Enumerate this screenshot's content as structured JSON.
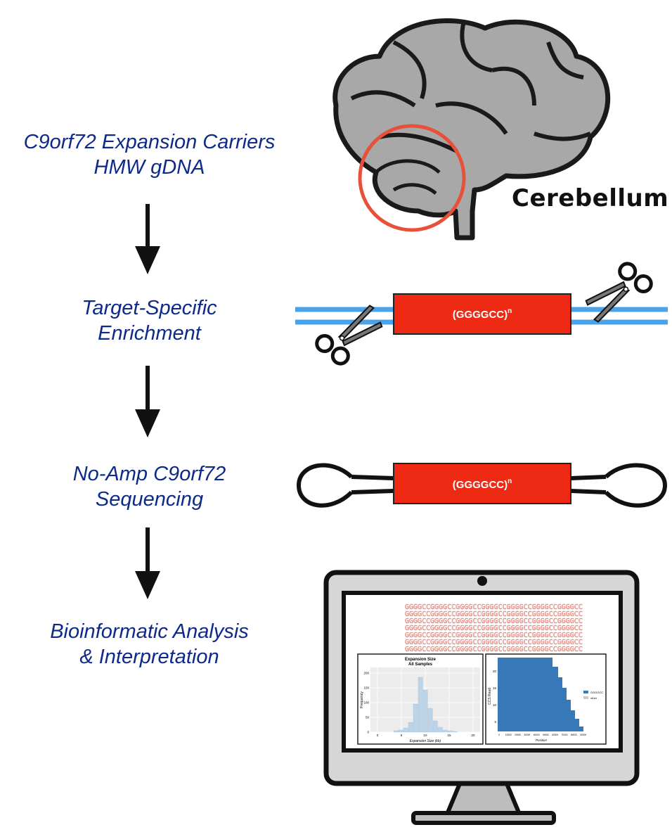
{
  "steps": [
    {
      "line1": "C9orf72 Expansion Carriers",
      "line2": "HMW gDNA"
    },
    {
      "line1": "Target-Specific",
      "line2": "Enrichment"
    },
    {
      "line1": "No-Amp C9orf72",
      "line2": "Sequencing"
    },
    {
      "line1": "Bioinformatic Analysis",
      "line2": "& Interpretation"
    }
  ],
  "brain": {
    "region_label": "Cerebellum"
  },
  "repeat_label": "(GGGGCC)",
  "repeat_sup": "n",
  "screen": {
    "sequence_line": "GGGGCCGGGGCCGGGGCCGGGGCCGGGGCCGGGGCCGGGGCC",
    "histogram": {
      "title": "Expansion Size",
      "subtitle": "All Samples",
      "ylabel": "Frequency",
      "xlabel": "Expansion Size (kb)",
      "xticks": [
        "0",
        "5",
        "10",
        "15",
        "20"
      ],
      "yticks": [
        "0",
        "50",
        "100",
        "150",
        "200"
      ]
    },
    "reads": {
      "ylabel": "CCS Read",
      "xlabel": "Position",
      "yticks": [
        "5",
        "10",
        "15",
        "20"
      ],
      "xticks": [
        "0",
        "10000",
        "20000",
        "30000",
        "40000",
        "50000",
        "60000",
        "70000",
        "80000",
        "90000"
      ],
      "legend": [
        "GGGGCC",
        "other"
      ]
    }
  },
  "colors": {
    "step_text": "#0d2a8a",
    "brain_fill": "#a8a8a8",
    "highlight_circle": "#e8503a",
    "repeat_box": "#ee2a14",
    "dna_strand": "#4aa3e8",
    "bar_fill": "#bcd4e8",
    "read_fill": "#3778b8"
  }
}
